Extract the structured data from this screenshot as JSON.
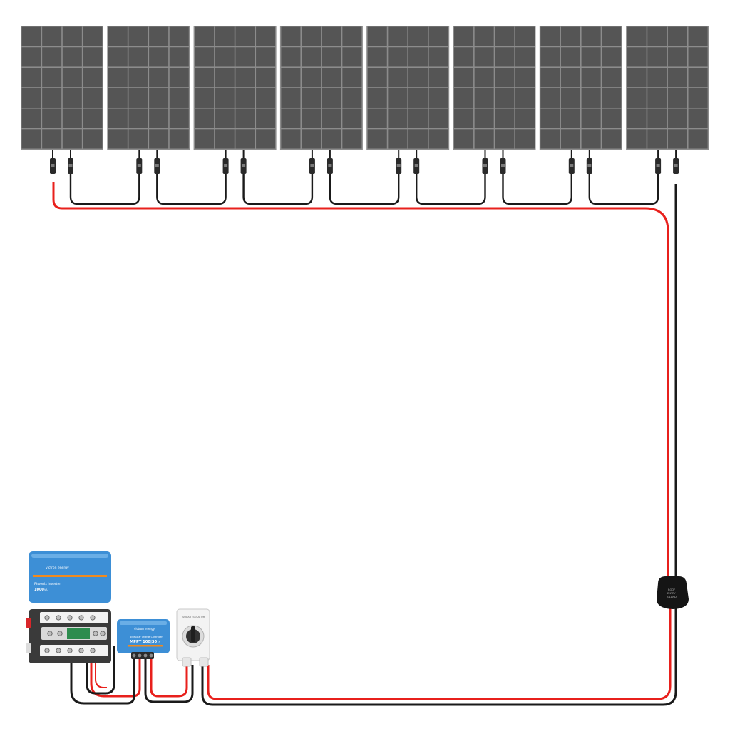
{
  "colors": {
    "positive_wire": "#e8201c",
    "negative_wire": "#1a1a1a",
    "panel_cell": "#555555",
    "panel_grid": "#8c8c8c",
    "victron_blue": "#3d8fd6",
    "victron_orange": "#f08a1e"
  },
  "panels": [
    {
      "id": "panel-1"
    },
    {
      "id": "panel-2"
    },
    {
      "id": "panel-3"
    },
    {
      "id": "panel-4"
    },
    {
      "id": "panel-5"
    },
    {
      "id": "panel-6"
    },
    {
      "id": "panel-7"
    },
    {
      "id": "panel-8"
    }
  ],
  "inverter": {
    "brand": "victron energy",
    "model": "Phoenix Inverter",
    "rating": "1000",
    "rating_unit": "VA"
  },
  "mppt": {
    "brand": "victron energy",
    "subtitle": "BlueSolar Charge Controller",
    "model": "MPPT 100|30 ⚡"
  },
  "isolator": {
    "label": "SOLAR ISOLATOR"
  },
  "gland": {
    "line1": "ROOF",
    "line2": "ENTRY",
    "line3": "GLAND"
  }
}
